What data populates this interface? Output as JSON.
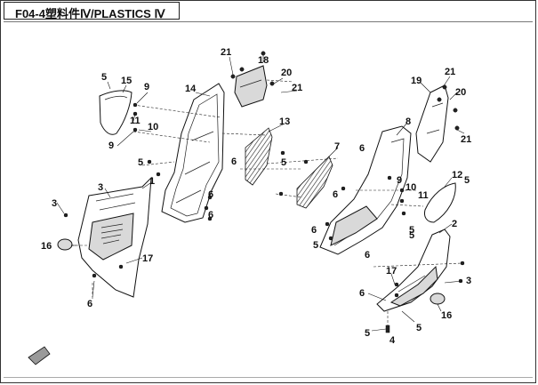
{
  "header": {
    "title": "F04-4塑料件Ⅳ/PLASTICS Ⅳ"
  },
  "diagram": {
    "callouts": {
      "c1": "1",
      "c2": "2",
      "c3a": "3",
      "c3b": "3",
      "c3c": "3",
      "c4": "4",
      "c5a": "5",
      "c5b": "5",
      "c5c": "5",
      "c5d": "5",
      "c5e": "5",
      "c5f": "5",
      "c5g": "5",
      "c5h": "5",
      "c5i": "5",
      "c6a": "6",
      "c6b": "6",
      "c6c": "6",
      "c6d": "6",
      "c6e": "6",
      "c6f": "6",
      "c6g": "6",
      "c6h": "6",
      "c7": "7",
      "c8": "8",
      "c9a": "9",
      "c9b": "9",
      "c9c": "9",
      "c10a": "10",
      "c10b": "10",
      "c11a": "11",
      "c11b": "11",
      "c12": "12",
      "c13": "13",
      "c14": "14",
      "c15": "15",
      "c16a": "16",
      "c16b": "16",
      "c17a": "17",
      "c17b": "17",
      "c18": "18",
      "c19": "19",
      "c20a": "20",
      "c20b": "20",
      "c21a": "21",
      "c21b": "21",
      "c21c": "21",
      "c21d": "21"
    }
  }
}
